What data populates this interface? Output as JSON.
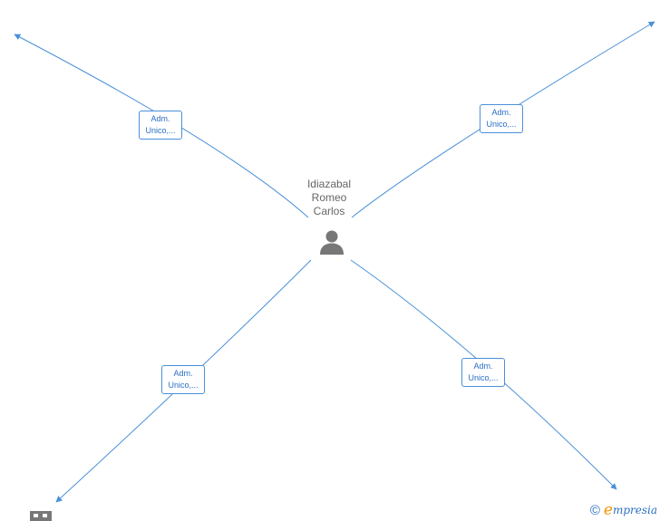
{
  "center": {
    "name_lines": [
      "Idiazabal",
      "Romeo",
      "Carlos"
    ],
    "icon": "person-icon"
  },
  "edges": [
    {
      "id": "nw",
      "label_lines": [
        "Adm.",
        "Unico,..."
      ]
    },
    {
      "id": "ne",
      "label_lines": [
        "Adm.",
        "Unico,..."
      ]
    },
    {
      "id": "sw",
      "label_lines": [
        "Adm.",
        "Unico,..."
      ]
    },
    {
      "id": "se",
      "label_lines": [
        "Adm.",
        "Unico,..."
      ]
    }
  ],
  "nodes": [
    {
      "id": "company-sw",
      "icon": "building-icon"
    }
  ],
  "brand": {
    "copyright_symbol": "©",
    "name_initial": "e",
    "name_rest": "mpresia"
  },
  "colors": {
    "edge": "#4a90d9",
    "label_text": "#2a6fc4",
    "icon_gray": "#777777",
    "brand_orange": "#f29400"
  }
}
